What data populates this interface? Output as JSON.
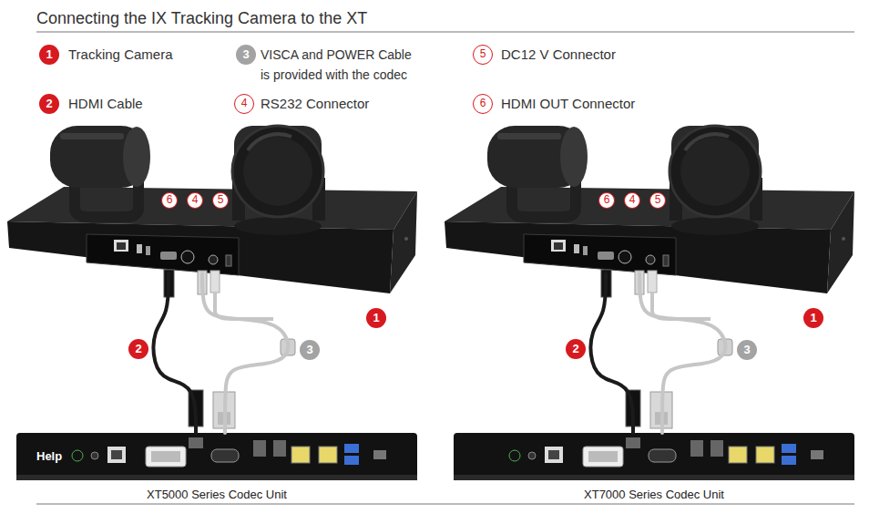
{
  "diagram": {
    "title": "Connecting the IX Tracking Camera to the XT",
    "nodes": [
      {
        "text": [
          "1"
        ]
      },
      {
        "text": [
          "1"
        ]
      },
      {
        "text": [
          "Help",
          "XT5000 Series Codec Unit"
        ]
      },
      {
        "text": [
          "XT7000 Series Codec Unit"
        ]
      }
    ],
    "edges": [
      {
        "from": 0,
        "to": 2,
        "arrow": "none",
        "label": "2"
      },
      {
        "from": 0,
        "to": 2,
        "arrow": "none",
        "label": "3"
      },
      {
        "from": 1,
        "to": 3,
        "arrow": "none",
        "label": "2"
      },
      {
        "from": 1,
        "to": 3,
        "arrow": "none",
        "label": "3"
      }
    ],
    "labels": [
      "1",
      "Tracking Camera",
      "3",
      "VISCA and POWER Cable is provided with the codec",
      "5",
      "DC12 V Connector",
      "2",
      "HDMI Cable",
      "4",
      "RS232 Connector",
      "6",
      "HDMI OUT Connector",
      "6",
      "4",
      "5",
      "6",
      "4",
      "5"
    ]
  }
}
